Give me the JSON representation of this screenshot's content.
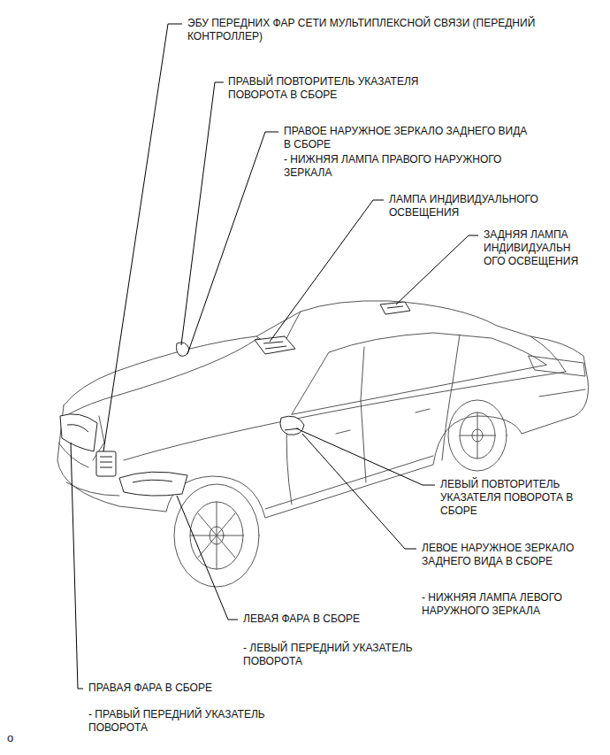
{
  "diagram": {
    "labels": [
      "ЭБУ ПЕРЕДНИХ ФАР СЕТИ МУЛЬТИПЛЕКСНОЙ СВЯЗИ (ПЕРЕДНИЙ КОНТРОЛЛЕР)",
      "ПРАВЫЙ ПОВТОРИТЕЛЬ УКАЗАТЕЛЯ ПОВОРОТА В СБОРЕ",
      "ПРАВОЕ НАРУЖНОЕ ЗЕРКАЛО ЗАДНЕГО ВИДА В СБОРЕ",
      "- НИЖНЯЯ ЛАМПА ПРАВОГО НАРУЖНОГО ЗЕРКАЛА",
      "ЛАМПА ИНДИВИДУАЛЬНОГО ОСВЕЩЕНИЯ",
      "ЗАДНЯЯ ЛАМПА ИНДИВИДУАЛЬН ОГО ОСВЕЩЕНИЯ",
      "ЛЕВЫЙ ПОВТОРИТЕЛЬ УКАЗАТЕЛЯ ПОВОРОТА В СБОРЕ",
      "ЛЕВОЕ НАРУЖНОЕ ЗЕРКАЛО ЗАДНЕГО ВИДА В СБОРЕ",
      "- НИЖНЯЯ ЛАМПА ЛЕВОГО НАРУЖНОГО ЗЕРКАЛА",
      "ЛЕВАЯ ФАРА В СБОРЕ",
      "- ЛЕВЫЙ ПЕРЕДНИЙ УКАЗАТЕЛЬ ПОВОРОТА",
      "ПРАВАЯ ФАРА В СБОРЕ",
      "- ПРАВЫЙ ПЕРЕДНИЙ УКАЗАТЕЛЬ ПОВОРОТА",
      "o"
    ]
  }
}
